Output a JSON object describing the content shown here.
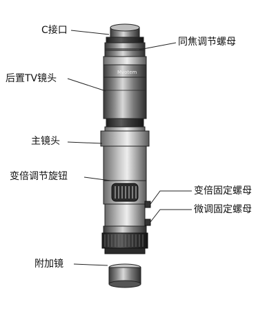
{
  "brand_text": "Mvotem",
  "labels": {
    "c_mount": "C接口",
    "focus_nut": "同焦调节螺母",
    "rear_tv_lens": "后置TV镜头",
    "main_lens": "主镜头",
    "zoom_knob": "变倍调节旋钮",
    "zoom_lock_nut": "变倍固定螺母",
    "fine_lock_nut": "微调固定螺母",
    "aux_lens": "附加镜"
  },
  "colors": {
    "text": "#111111",
    "leader": "#222222"
  }
}
